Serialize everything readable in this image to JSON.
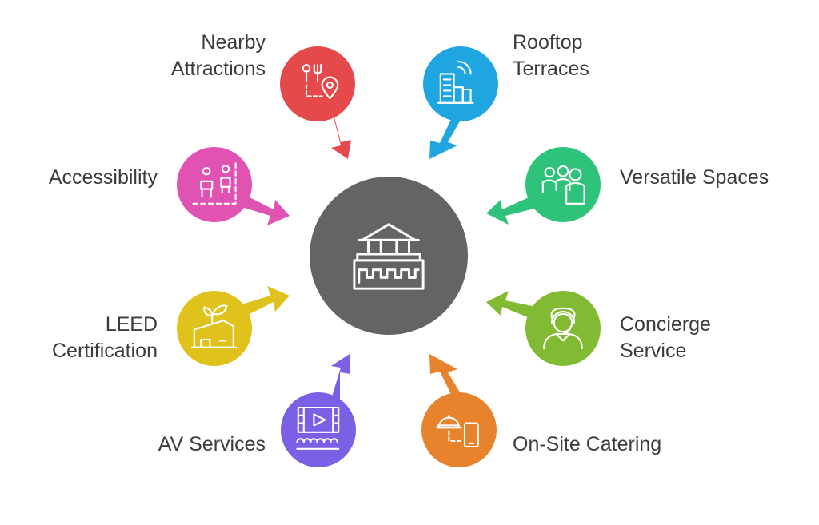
{
  "center": {
    "name": "venue",
    "icon": "greek-building-icon",
    "color": "#646464"
  },
  "nodes": [
    {
      "id": "nearby-attractions",
      "label": [
        "Nearby",
        "Attractions"
      ],
      "color": "#e5494b",
      "icon": "restaurant-location-icon"
    },
    {
      "id": "rooftop-terraces",
      "label": [
        "Rooftop",
        "Terraces"
      ],
      "color": "#1fa6e0",
      "icon": "city-building-wifi-icon"
    },
    {
      "id": "versatile-spaces",
      "label": [
        "Versatile Spaces"
      ],
      "color": "#2fc27a",
      "icon": "group-people-icon"
    },
    {
      "id": "concierge-service",
      "label": [
        "Concierge",
        "Service"
      ],
      "color": "#82bb33",
      "icon": "concierge-headset-icon"
    },
    {
      "id": "on-site-catering",
      "label": [
        "On-Site Catering"
      ],
      "color": "#e8832d",
      "icon": "food-cloche-phone-icon"
    },
    {
      "id": "av-services",
      "label": [
        "AV Services"
      ],
      "color": "#7b5fe4",
      "icon": "video-audience-icon"
    },
    {
      "id": "leed-certification",
      "label": [
        "LEED",
        "Certification"
      ],
      "color": "#dfc21c",
      "icon": "green-building-leaf-icon"
    },
    {
      "id": "accessibility",
      "label": [
        "Accessibility"
      ],
      "color": "#e053b3",
      "icon": "accessible-people-icon"
    }
  ]
}
